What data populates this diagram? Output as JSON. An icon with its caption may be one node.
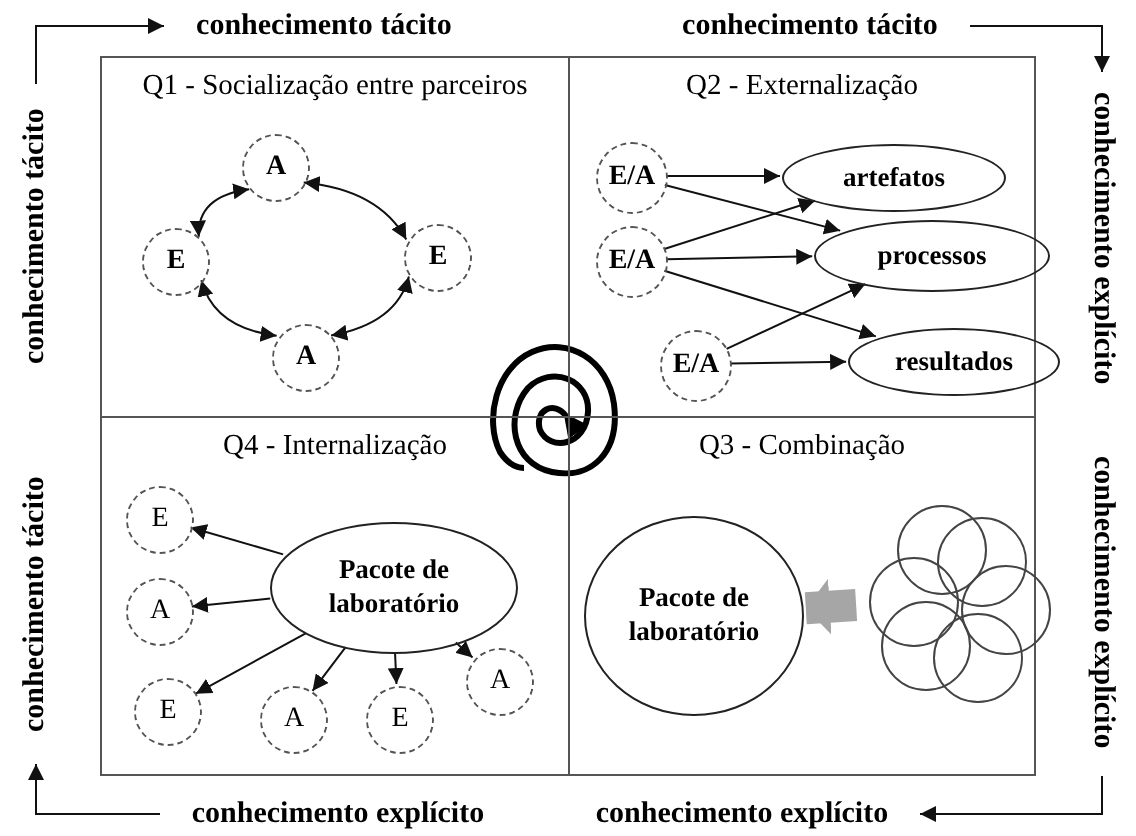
{
  "diagram": {
    "nodes": [
      {
        "text": [
          "conhecimento tácito"
        ]
      },
      {
        "text": [
          "conhecimento tácito"
        ]
      },
      {
        "text": [
          "conhecimento tácito"
        ]
      },
      {
        "text": [
          "conhecimento explícito"
        ]
      },
      {
        "text": [
          "conhecimento tácito"
        ]
      },
      {
        "text": [
          "conhecimento explícito"
        ]
      },
      {
        "text": [
          "conhecimento explícito"
        ]
      },
      {
        "text": [
          "conhecimento explícito"
        ]
      },
      {
        "text": [
          "Q1 - Socialização entre parceiros"
        ]
      },
      {
        "text": [
          "A"
        ],
        "in": 8
      },
      {
        "text": [
          "E"
        ],
        "in": 8
      },
      {
        "text": [
          "E"
        ],
        "in": 8
      },
      {
        "text": [
          "A"
        ],
        "in": 8
      },
      {
        "text": [
          "Q2 - Externalização"
        ]
      },
      {
        "text": [
          "E/A"
        ],
        "in": 13
      },
      {
        "text": [
          "E/A"
        ],
        "in": 13
      },
      {
        "text": [
          "E/A"
        ],
        "in": 13
      },
      {
        "text": [
          "artefatos"
        ],
        "in": 13
      },
      {
        "text": [
          "processos"
        ],
        "in": 13
      },
      {
        "text": [
          "resultados"
        ],
        "in": 13
      },
      {
        "text": [
          "Q4 - Internalização"
        ]
      },
      {
        "text": [
          "Pacote de laboratório"
        ],
        "in": 20
      },
      {
        "text": [
          "E"
        ],
        "in": 20
      },
      {
        "text": [
          "A"
        ],
        "in": 20
      },
      {
        "text": [
          "E"
        ],
        "in": 20
      },
      {
        "text": [
          "A"
        ],
        "in": 20
      },
      {
        "text": [
          "E"
        ],
        "in": 20
      },
      {
        "text": [
          "A"
        ],
        "in": 20
      },
      {
        "text": [
          "Q3 - Combinação"
        ]
      },
      {
        "text": [
          "Pacote de laboratório"
        ],
        "in": 28
      },
      {
        "text": [],
        "shape": "circle",
        "in": 28
      }
    ],
    "edges": [
      {
        "from": 2,
        "to": 0,
        "arrow": "to"
      },
      {
        "from": 1,
        "to": 3,
        "arrow": "to"
      },
      {
        "from": 5,
        "to": 7,
        "arrow": "to"
      },
      {
        "from": 6,
        "to": 4,
        "arrow": "to"
      },
      {
        "from": 9,
        "to": 11,
        "arrow": "both"
      },
      {
        "from": 11,
        "to": 12,
        "arrow": "both"
      },
      {
        "from": 12,
        "to": 10,
        "arrow": "both"
      },
      {
        "from": 10,
        "to": 9,
        "arrow": "both"
      },
      {
        "from": 14,
        "to": 17,
        "arrow": "to"
      },
      {
        "from": 14,
        "to": 18,
        "arrow": "to"
      },
      {
        "from": 15,
        "to": 17,
        "arrow": "to"
      },
      {
        "from": 15,
        "to": 18,
        "arrow": "to"
      },
      {
        "from": 15,
        "to": 19,
        "arrow": "to"
      },
      {
        "from": 16,
        "to": 18,
        "arrow": "to"
      },
      {
        "from": 16,
        "to": 19,
        "arrow": "to"
      },
      {
        "from": 21,
        "to": 22,
        "arrow": "to"
      },
      {
        "from": 21,
        "to": 23,
        "arrow": "to"
      },
      {
        "from": 21,
        "to": 24,
        "arrow": "to"
      },
      {
        "from": 21,
        "to": 25,
        "arrow": "to"
      },
      {
        "from": 21,
        "to": 26,
        "arrow": "to"
      },
      {
        "from": 21,
        "to": 27,
        "arrow": "to"
      },
      {
        "from": 30,
        "to": 29,
        "arrow": "to",
        "style": "thick",
        "color": "#a6a6a6"
      }
    ]
  }
}
